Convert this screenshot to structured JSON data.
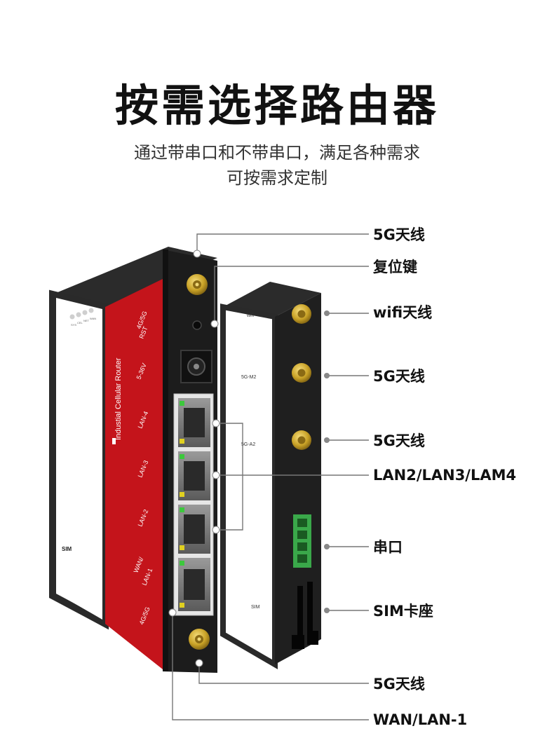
{
  "header": {
    "title": "按需选择路由器",
    "subtitle_line1": "通过带串口和不带串口，满足各种需求",
    "subtitle_line2": "可按需求定制"
  },
  "device_front": {
    "brand_strip": "Industial Cellular Router",
    "red_labels": [
      "4G/5G",
      "RST",
      "5-36V",
      "LAN-4",
      "LAN-3",
      "LAN-2",
      "WAN/",
      "LAN-1",
      "4G/5G"
    ],
    "side_labels": [
      "SYS",
      "CEL",
      "NET",
      "WAN"
    ],
    "sim_label": "SIM"
  },
  "device_back": {
    "labels": [
      "wifi",
      "5G-M2",
      "5G-A2",
      "SIM"
    ]
  },
  "callouts": [
    "5G天线",
    "复位键",
    "wifi天线",
    "5G天线",
    "5G天线",
    "LAN2/LAN3/LAM4",
    "串口",
    "SIM卡座",
    "5G天线",
    "WAN/LAN-1"
  ],
  "colors": {
    "accent_red": "#c4141b",
    "body_black": "#1c1c1c",
    "led_green": "#3cc83c",
    "led_yellow": "#e0d020",
    "terminal_green": "#3aa84a",
    "antenna_gold": "#c9a227",
    "leader_line": "#777777"
  }
}
